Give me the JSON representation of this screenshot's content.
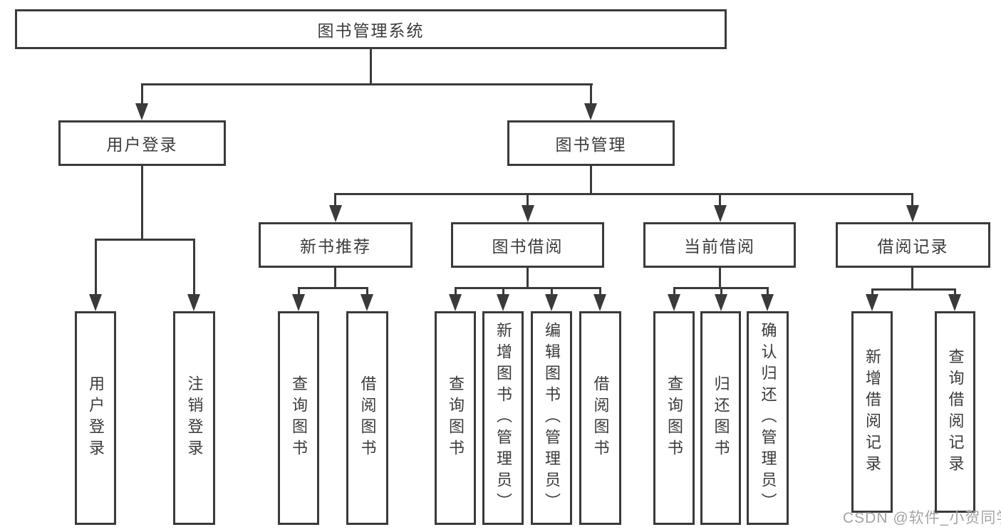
{
  "colors": {
    "stroke": "#3a3a3a",
    "label_text": "#3b3b3b",
    "watermark_text": "#a5a5a5",
    "background": "#ffffff"
  },
  "watermark": {
    "text": "CSDN @软件_小贺同学"
  },
  "tree": {
    "root": {
      "label": "图书管理系统",
      "children": [
        {
          "label": "用户登录",
          "children": [
            {
              "label": "用户登录"
            },
            {
              "label": "注销登录"
            }
          ]
        },
        {
          "label": "图书管理",
          "children": [
            {
              "label": "新书推荐",
              "children": [
                {
                  "label": "查询图书"
                },
                {
                  "label": "借阅图书"
                }
              ]
            },
            {
              "label": "图书借阅",
              "children": [
                {
                  "label": "查询图书"
                },
                {
                  "label": "新增图书（管理员）"
                },
                {
                  "label": "编辑图书（管理员）"
                },
                {
                  "label": "借阅图书"
                }
              ]
            },
            {
              "label": "当前借阅",
              "children": [
                {
                  "label": "查询图书"
                },
                {
                  "label": "归还图书"
                },
                {
                  "label": "确认归还（管理员）"
                }
              ]
            },
            {
              "label": "借阅记录",
              "children": [
                {
                  "label": "新增借阅记录"
                },
                {
                  "label": "查询借阅记录"
                }
              ]
            }
          ]
        }
      ]
    }
  }
}
